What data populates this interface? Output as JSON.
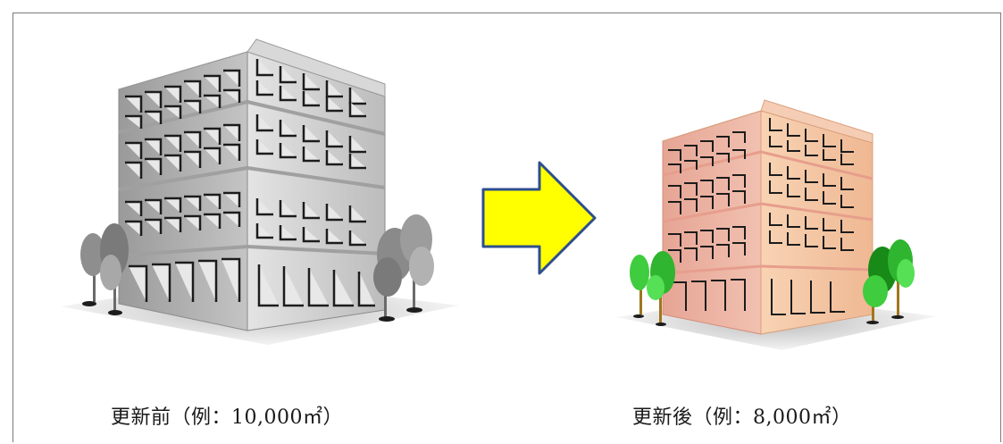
{
  "captions": {
    "before": "更新前（例：10,000㎡）",
    "after": "更新後（例：8,000㎡）"
  },
  "illustrations": {
    "before_building": "grayscale-office-building",
    "after_building": "pink-office-building",
    "arrow": "right-arrow-icon",
    "trees": "tree-icon"
  },
  "colors": {
    "arrow_fill": "#ffff00",
    "arrow_stroke": "#2f4e8c",
    "before_front": "#b5b5b5",
    "before_side": "#d6d6d6",
    "after_front": "#eeb9a8",
    "after_side": "#f6c9a6",
    "tree_green": "#36c036"
  }
}
